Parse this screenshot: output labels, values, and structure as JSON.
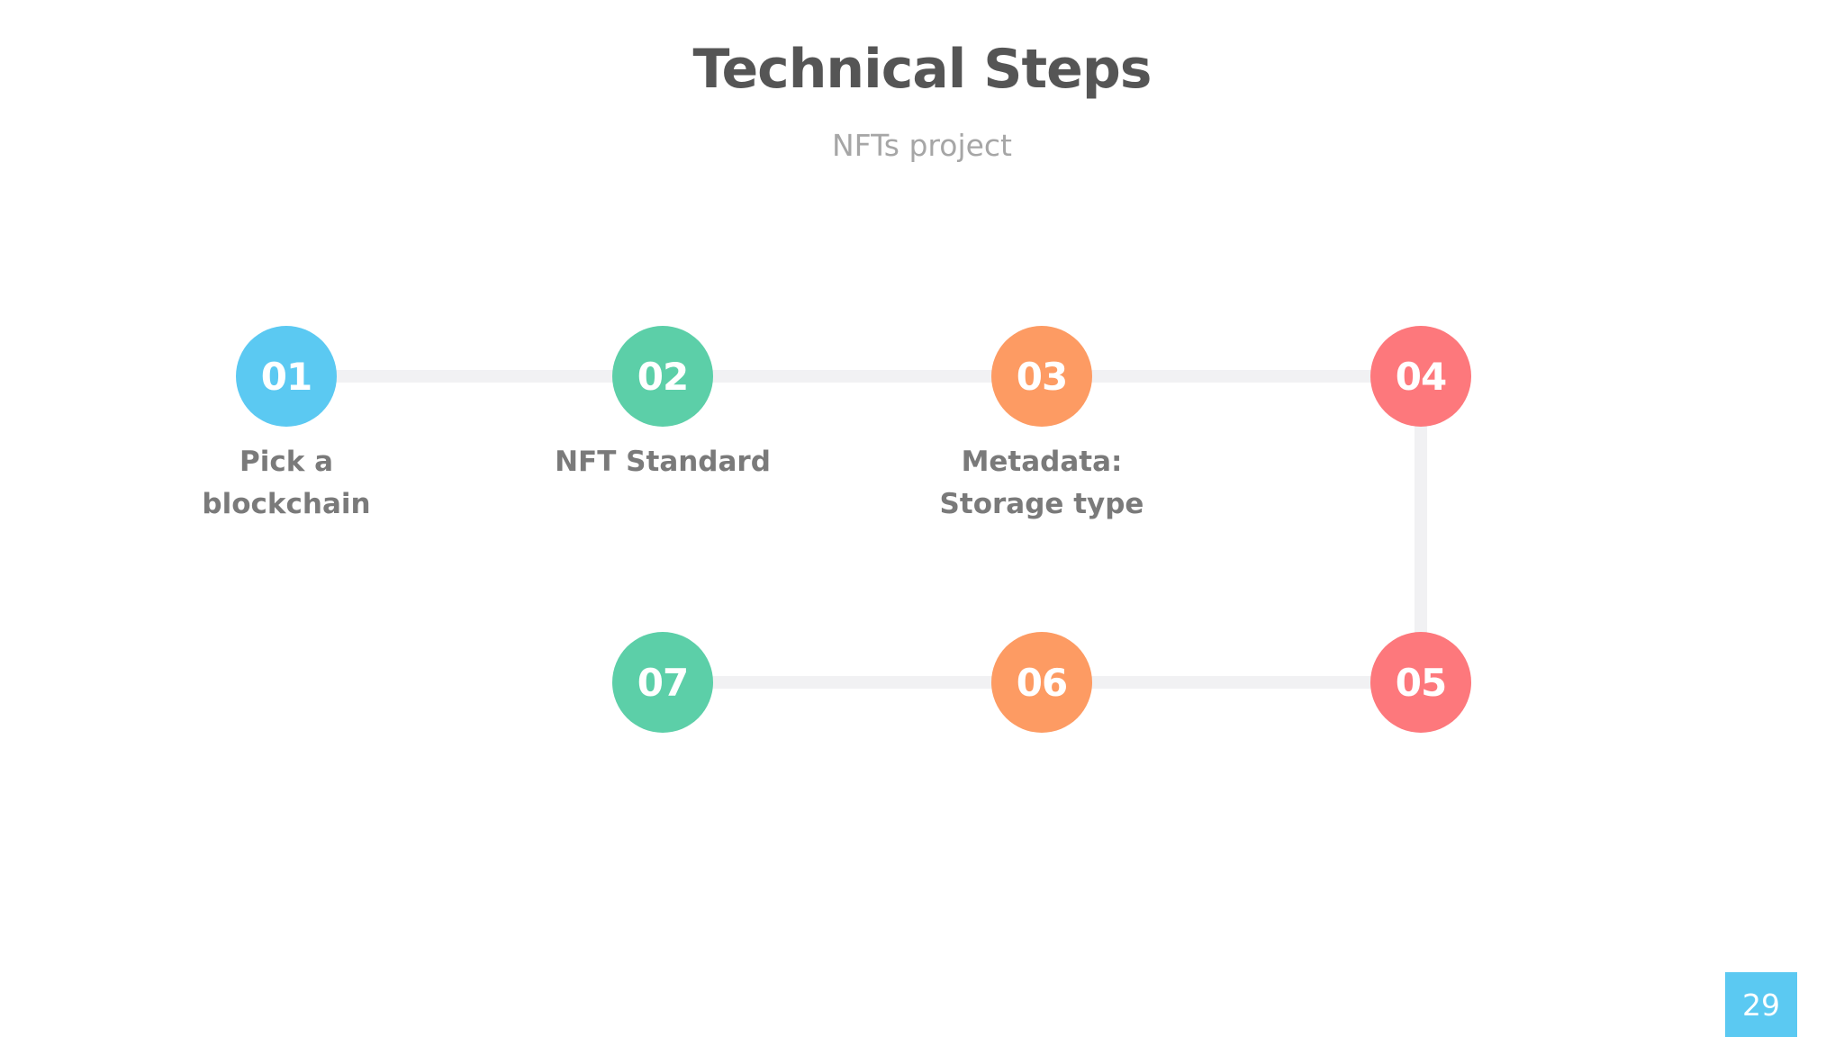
{
  "slide": {
    "title": "Technical Steps",
    "subtitle": "NFTs project",
    "page_number": "29"
  },
  "colors": {
    "blue": "#5bc9f2",
    "green": "#5ccfa8",
    "orange": "#fd9b63",
    "red": "#fd787c",
    "connector": "#f1f1f3",
    "title": "#555555",
    "subtitle": "#a6a6a6",
    "label": "#7a7a7a"
  },
  "steps": [
    {
      "number": "01",
      "label": "Pick a\nblockchain",
      "color": "#5bc9f2"
    },
    {
      "number": "02",
      "label": "NFT Standard",
      "color": "#5ccfa8"
    },
    {
      "number": "03",
      "label": "Metadata:\nStorage type",
      "color": "#fd9b63"
    },
    {
      "number": "04",
      "label": "",
      "color": "#fd787c"
    },
    {
      "number": "05",
      "label": "",
      "color": "#fd787c"
    },
    {
      "number": "06",
      "label": "",
      "color": "#fd9b63"
    },
    {
      "number": "07",
      "label": "",
      "color": "#5ccfa8"
    }
  ]
}
